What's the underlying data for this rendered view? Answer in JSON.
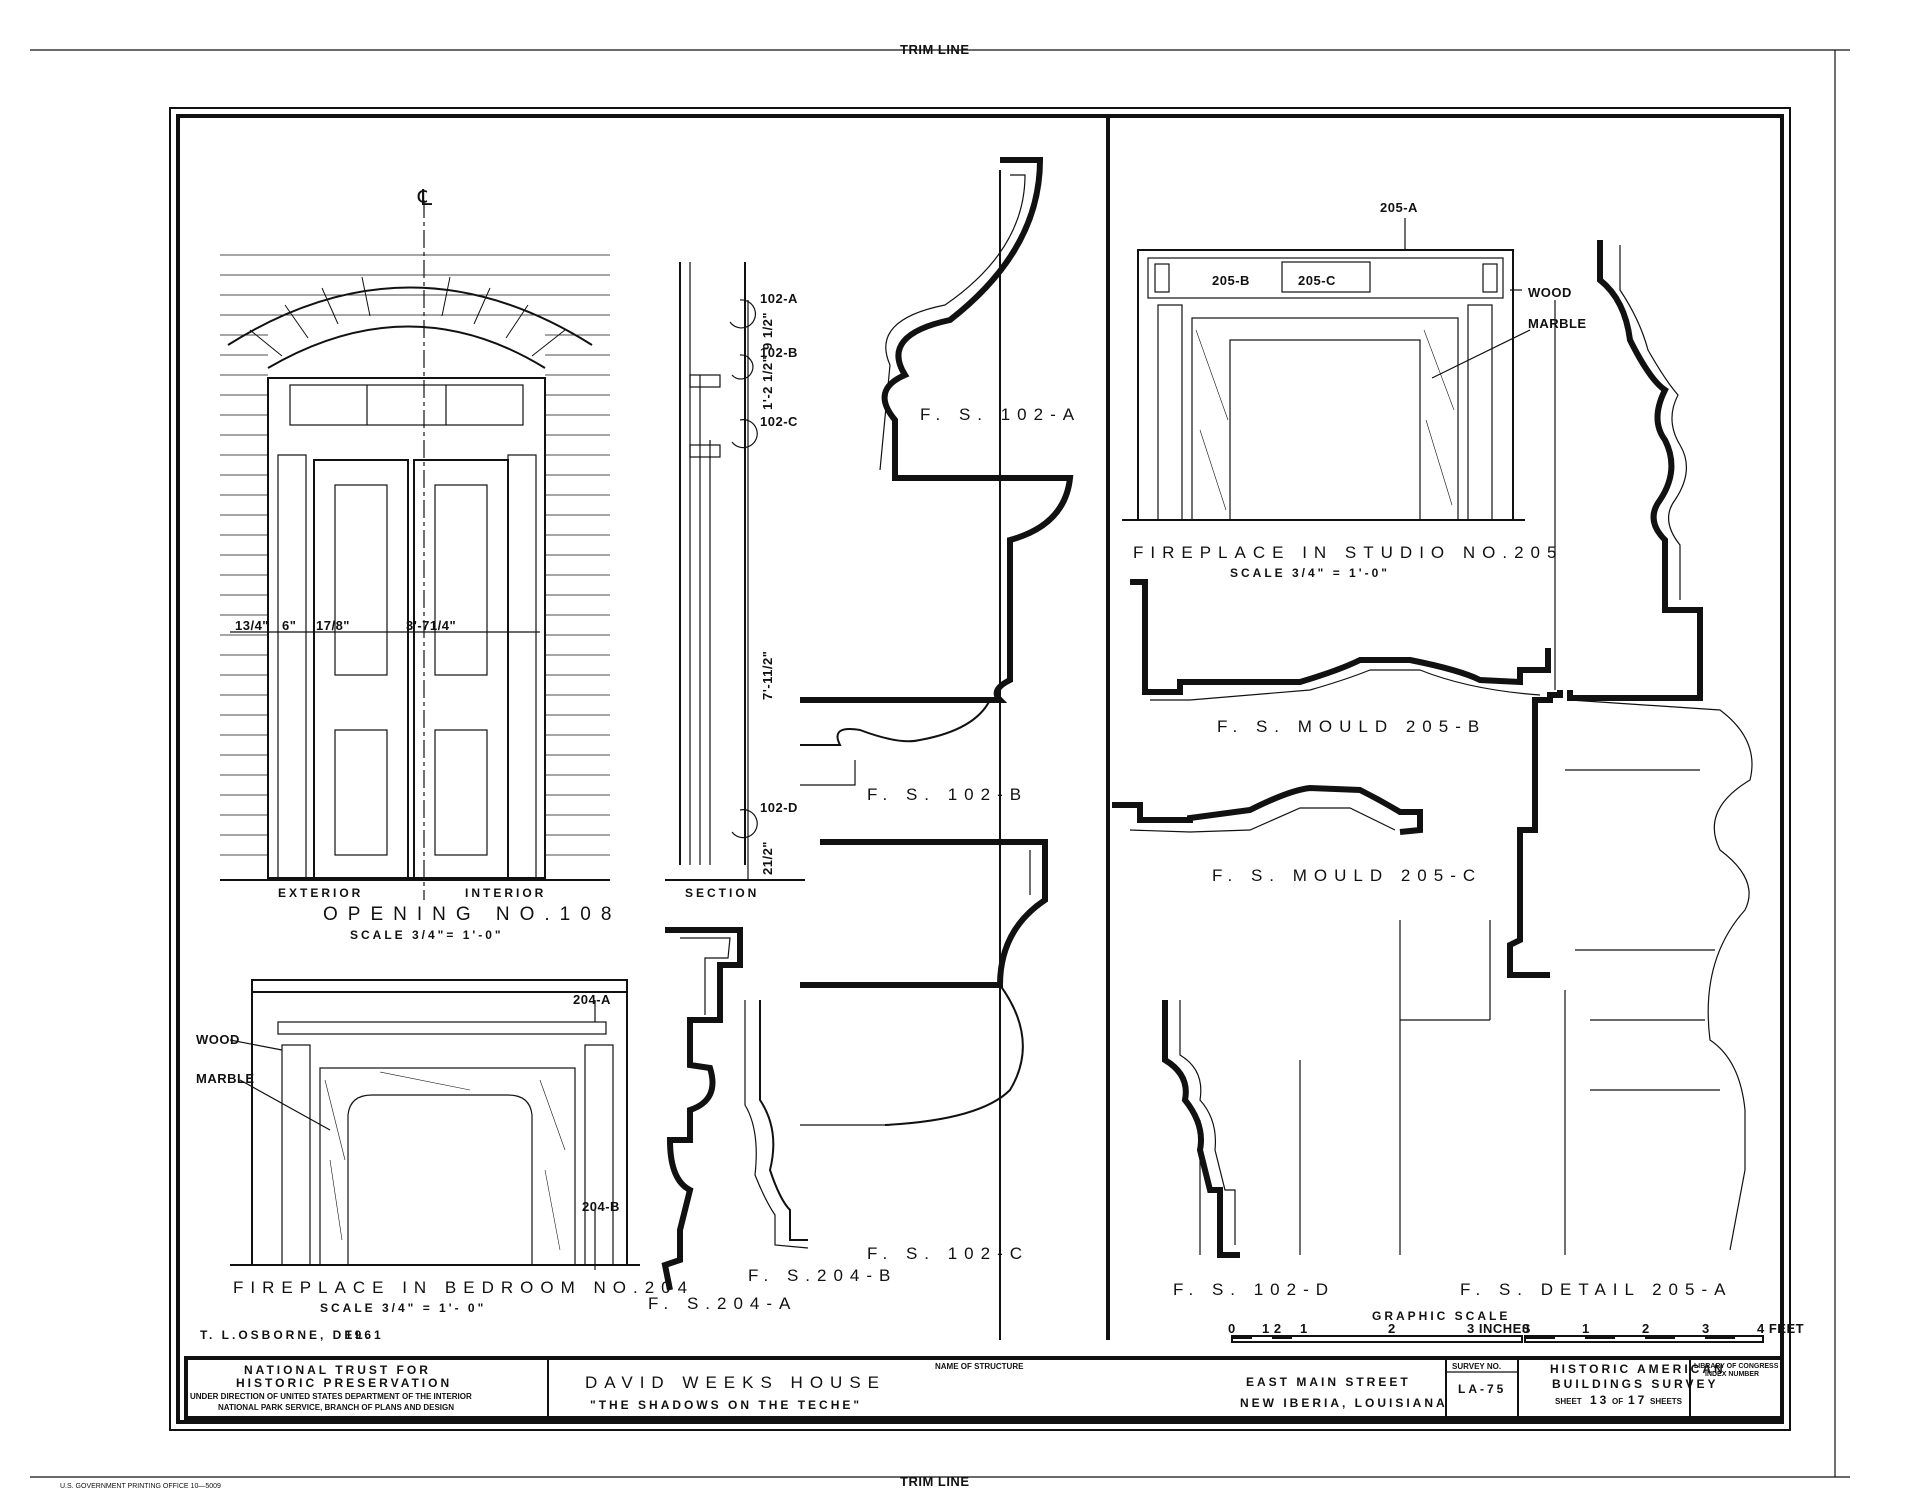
{
  "trim": {
    "top": "TRIM LINE",
    "bottom": "TRIM LINE"
  },
  "footer_print": "U.S. GOVERNMENT PRINTING OFFICE    10—5009",
  "centerline": "℄",
  "opening": {
    "labels": {
      "a": "102-A",
      "b": "102-B",
      "c": "102-C",
      "d": "102-D",
      "dim1": "9 1/2\"",
      "dim2": "1'-2 1/2\"",
      "dim3": "7'-11/2\"",
      "dim4": "21/2\"",
      "w1": "13/4\"",
      "w2": "6\"",
      "w3": "17/8\"",
      "w4": "3'-71/4\""
    },
    "exterior": "EXTERIOR",
    "interior": "INTERIOR",
    "section": "SECTION",
    "title": "OPENING NO.108",
    "scale": "SCALE 3/4\"= 1'-0\""
  },
  "bedroom": {
    "wood": "WOOD",
    "marble": "MARBLE",
    "a": "204-A",
    "b": "204-B",
    "title": "FIREPLACE IN BEDROOM NO.204",
    "scale": "SCALE 3/4\" = 1'- 0\""
  },
  "studio": {
    "a": "205-A",
    "b": "205-B",
    "c": "205-C",
    "wood": "WOOD",
    "marble": "MARBLE",
    "title": "FIREPLACE IN STUDIO NO.205",
    "scale": "SCALE 3/4\" = 1'-0\""
  },
  "profiles": {
    "fs102a": "F. S. 102-A",
    "fs102b": "F. S. 102-B",
    "fs102c": "F. S. 102-C",
    "fs102d": "F. S. 102-D",
    "fs204a": "F. S.204-A",
    "fs204b": "F. S.204-B",
    "m205b": "F. S. MOULD 205-B",
    "m205c": "F. S. MOULD 205-C",
    "d205a": "F. S. DETAIL 205-A"
  },
  "graphic_scale": {
    "title": "GRAPHIC SCALE",
    "inches_ticks": [
      "0",
      "1 2",
      "1",
      "2",
      "3 INCHES"
    ],
    "feet_ticks": [
      "0",
      "1",
      "2",
      "3",
      "4 FEET"
    ]
  },
  "delineator": "T. L.OSBORNE, DEL.",
  "year": "1961",
  "title_block": {
    "org1": "NATIONAL TRUST FOR",
    "org2": "HISTORIC PRESERVATION",
    "org3": "UNDER DIRECTION OF UNITED STATES DEPARTMENT OF THE INTERIOR",
    "org4": "NATIONAL PARK SERVICE, BRANCH OF PLANS AND DESIGN",
    "name_caption": "NAME OF STRUCTURE",
    "structure": "DAVID WEEKS HOUSE",
    "subtitle": "\"THE SHADOWS ON THE TECHE\"",
    "street": "EAST MAIN STREET",
    "city": "NEW IBERIA, LOUISIANA",
    "survey_caption": "SURVEY NO.",
    "survey_no": "LA-75",
    "habs1": "HISTORIC AMERICAN",
    "habs2": "BUILDINGS SURVEY",
    "sheet_word": "SHEET",
    "sheet_no": "13",
    "of_word": "OF",
    "sheets_total": "17",
    "sheets_word": "SHEETS",
    "loc1": "LIBRARY OF CONGRESS",
    "loc2": "INDEX NUMBER"
  }
}
